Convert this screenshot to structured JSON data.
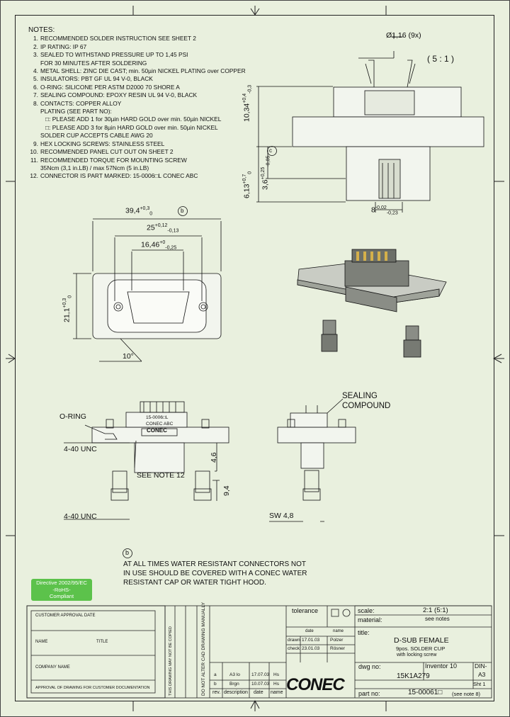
{
  "notes": {
    "header": "NOTES:",
    "items": [
      {
        "num": "1.",
        "text": "RECOMMENDED SOLDER INSTRUCTION SEE SHEET 2"
      },
      {
        "num": "2.",
        "text": "IP RATING: IP 67"
      },
      {
        "num": "3.",
        "text": "SEALED TO WITHSTAND PRESSURE UP TO 1,45 PSI"
      },
      {
        "num": "",
        "text": "FOR 30 MINUTES AFTER SOLDERING"
      },
      {
        "num": "4.",
        "text": "METAL SHELL: ZINC DIE CAST; min. 50µin NICKEL PLATING over COPPER"
      },
      {
        "num": "5.",
        "text": "INSULATORS: PBT GF UL 94 V-0, BLACK"
      },
      {
        "num": "6.",
        "text": "O-RING: SILICONE PER ASTM D2000 70 SHORE A"
      },
      {
        "num": "7.",
        "text": "SEALING COMPOUND: EPOXY RESIN UL 94 V-0, BLACK"
      },
      {
        "num": "8.",
        "text": "CONTACTS: COPPER ALLOY"
      },
      {
        "num": "",
        "text": "PLATING (SEE PART NO):"
      },
      {
        "num": "",
        "text": "□: PLEASE ADD 1 for 30µin HARD GOLD over min. 50µin NICKEL",
        "indent": 2
      },
      {
        "num": "",
        "text": "□: PLEASE ADD 3 for 8µin HARD GOLD over min. 50µin NICKEL",
        "indent": 2
      },
      {
        "num": "",
        "text": "SOLDER CUP ACCEPTS CABLE AWG 20"
      },
      {
        "num": "9.",
        "text": "HEX LOCKING SCREWS: STAINLESS STEEL"
      },
      {
        "num": "10.",
        "text": "RECOMMENDED PANEL CUT OUT ON SHEET 2"
      },
      {
        "num": "11.",
        "text": "RECOMMENDED TORQUE FOR MOUNTING SCREW"
      },
      {
        "num": "",
        "text": "35Ncm (3,1 in.LB) / max 57Ncm (5 in.LB)"
      },
      {
        "num": "12.",
        "text": "CONNECTOR IS PART MARKED: 15-0006□L CONEC ABC"
      }
    ]
  },
  "scale_label": "( 5 : 1 )",
  "dims": {
    "hole_dia": "Ø1,16 (9x)",
    "height_total": "10,34",
    "height_total_tol_up": "+0,4",
    "height_total_tol_dn": "-0,3",
    "height_lower": "6,13",
    "height_lower_tol_up": "+0,7",
    "height_lower_tol_dn": "0",
    "height_inner": "3,6",
    "height_inner_tol_up": "+0,25",
    "height_inner_tol_dn": "-0,05",
    "width_8": "8",
    "width_8_tol_up": "-0,02",
    "width_8_tol_dn": "-0,23",
    "width_39": "39,4",
    "width_39_tol_up": "+0,3",
    "width_39_tol_dn": "0",
    "width_25": "25",
    "width_25_tol_up": "+0,12",
    "width_25_tol_dn": "-0,13",
    "width_16": "16,46",
    "width_16_tol_up": "+0",
    "width_16_tol_dn": "-0,25",
    "height_21": "21,1",
    "height_21_tol_up": "+0,3",
    "height_21_tol_dn": "0",
    "angle": "10°",
    "dim_46": "4,6",
    "dim_94": "9,4",
    "sw": "SW 4,8",
    "note_marker": "b",
    "note_marker_c": "c"
  },
  "callouts": {
    "o_ring": "O-RING",
    "unc_top": "4-40 UNC",
    "unc_bottom": "4-40 UNC",
    "see_note": "SEE NOTE 12",
    "sealing": "SEALING",
    "compound": "COMPOUND",
    "marking_line1": "15-0006□L",
    "marking_line2": "CONEC ABC",
    "marking_logo": "CONEC"
  },
  "water_note": {
    "marker": "b",
    "lines": [
      "AT ALL TIMES WATER RESISTANT CONNECTORS NOT",
      "IN USE SHOULD BE COVERED WITH A CONEC WATER",
      "RESISTANT CAP OR WATER TIGHT HOOD."
    ]
  },
  "badge": {
    "line1": "Directive 2002/95/EC",
    "line2": "-RoHS-",
    "line3": "Compliant"
  },
  "title_block": {
    "tolerance": "tolerance",
    "scale_label": "scale:",
    "scale_value": "2:1 (5:1)",
    "material_label": "material:",
    "material_value": "see notes",
    "title_label": "title:",
    "title_line1": "D-SUB FEMALE",
    "title_line2": "9pos. SOLDER CUP",
    "title_line3": "with locking screw",
    "date_hdr": "date",
    "name_hdr": "name",
    "drawn": "drawn",
    "drawn_date": "17.01.03",
    "drawn_name": "Polzer",
    "check": "check",
    "check_date": "23.01.03",
    "check_name": "Rösner",
    "dwg_no_label": "dwg no:",
    "dwg_no_value": "Inventor 10",
    "din": "DIN-",
    "din_size": "A3",
    "file_value": "15K1A279",
    "sheet": "Sht 1",
    "part_no_label": "part no:",
    "part_no_value": "15-00061□",
    "part_no_note": "(see note 8)",
    "rev_hdr": "rev.",
    "desc_hdr": "description",
    "rev_date_hdr": "date",
    "rev_name_hdr": "name",
    "rev_a": "a",
    "rev_a_desc": "A3 lo",
    "rev_a_date": "17.07.03",
    "rev_a_name": "Hs",
    "rev_b": "b",
    "rev_b_desc": "Brgn",
    "rev_b_date": "10.07.03",
    "rev_b_name": "Hs",
    "approval_title": "CUSTOMER APPROVAL DATE",
    "approval_name": "NAME",
    "approval_title2": "TITLE",
    "approval_company": "COMPANY NAME",
    "approval_footer": "APPROVAL OF DRAWING FOR CUSTOMER DOCUMENTATION",
    "copyright": "THIS DRAWING MAY NOT BE COPIED",
    "do_not_alter": "DO NOT ALTER CAD DRAWING MANUALLY",
    "logo": "CONEC"
  }
}
